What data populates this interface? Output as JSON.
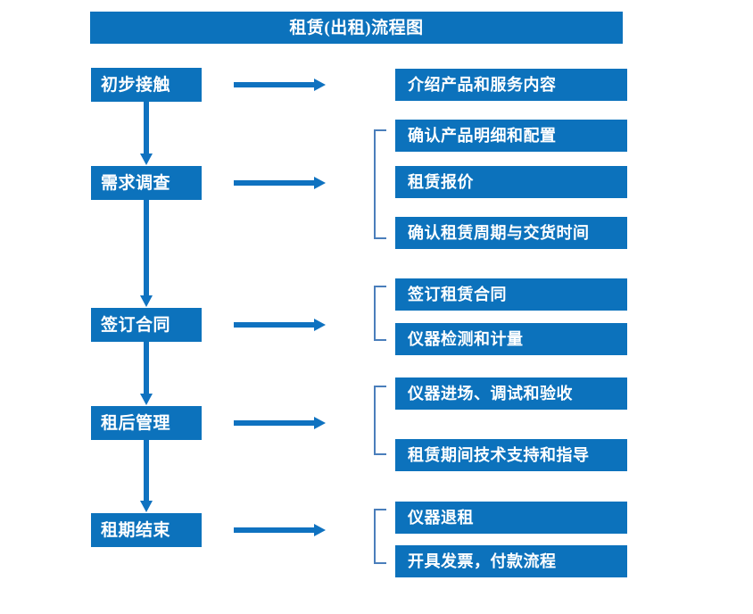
{
  "header": {
    "title": "租赁(出租)流程图"
  },
  "colors": {
    "box_fill": "#0c72bc",
    "box_text": "#ffffff",
    "arrow": "#0f72c0",
    "bracket": "#4a7ebb",
    "background": "#ffffff"
  },
  "chart_data": {
    "type": "diagram",
    "title": "租赁(出租)流程图",
    "orientation": "vertical-with-side-details",
    "stages": [
      {
        "label": "初步接触",
        "details": [
          "介绍产品和服务内容"
        ],
        "bracketed": false
      },
      {
        "label": "需求调查",
        "details": [
          "确认产品明细和配置",
          "租赁报价",
          "确认租赁周期与交货时间"
        ],
        "bracketed": true
      },
      {
        "label": "签订合同",
        "details": [
          "签订租赁合同",
          "仪器检测和计量"
        ],
        "bracketed": true
      },
      {
        "label": "租后管理",
        "details": [
          "仪器进场、调试和验收",
          "租赁期间技术支持和指导"
        ],
        "bracketed": true
      },
      {
        "label": "租期结束",
        "details": [
          "仪器退租",
          "开具发票，付款流程"
        ],
        "bracketed": true
      }
    ]
  },
  "flow": {
    "stage_labels": [
      "初步接触",
      "需求调查",
      "签订合同",
      "租后管理",
      "租期结束"
    ],
    "details": {
      "s0": [
        "介绍产品和服务内容"
      ],
      "s1": [
        "确认产品明细和配置",
        "租赁报价",
        "确认租赁周期与交货时间"
      ],
      "s2": [
        "签订租赁合同",
        "仪器检测和计量"
      ],
      "s3": [
        "仪器进场、调试和验收",
        "租赁期间技术支持和指导"
      ],
      "s4": [
        "仪器退租",
        "开具发票，付款流程"
      ]
    },
    "connector_names": [
      "down-arrow",
      "right-arrow",
      "group-bracket"
    ]
  }
}
